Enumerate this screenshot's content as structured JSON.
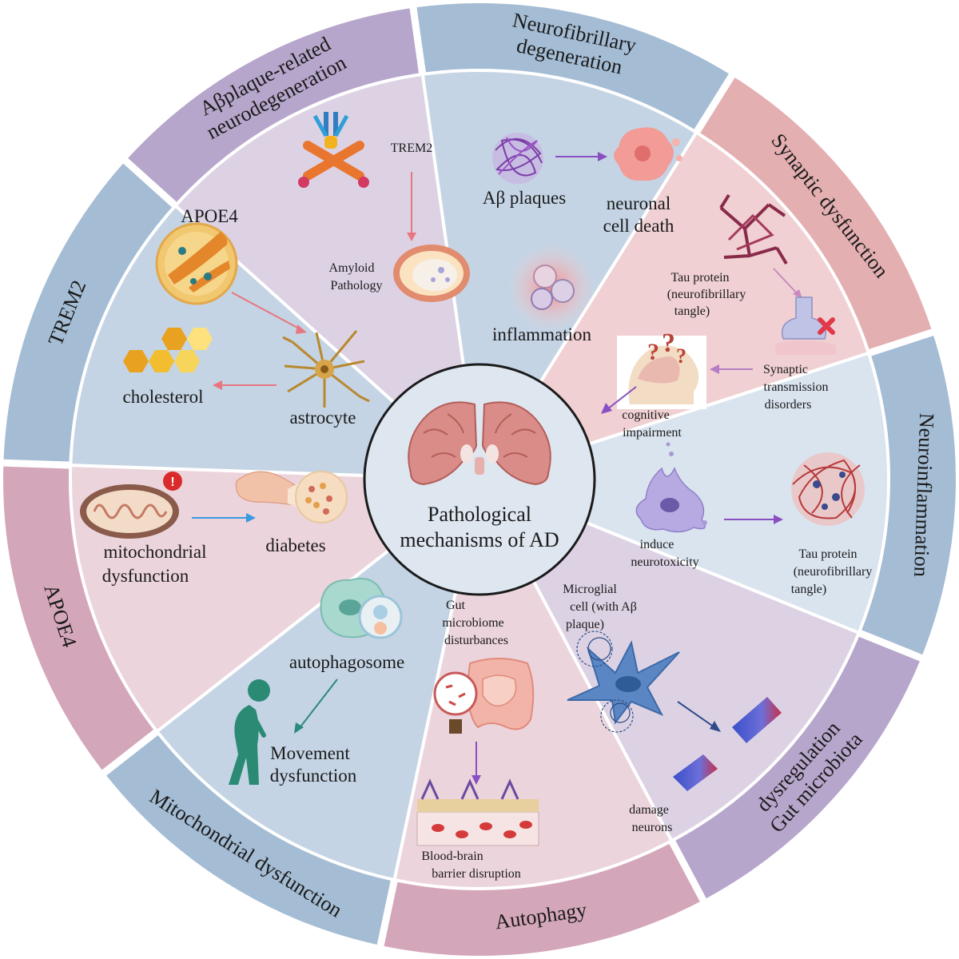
{
  "center": {
    "title_line1": "Pathological",
    "title_line2": "mechanisms of AD",
    "icon": "brain-icon"
  },
  "sectors": [
    {
      "key": "trem2",
      "label_lines": [
        "TREM2"
      ],
      "outer_color": "#a4bcd4",
      "inner_color": "#c4d4e4",
      "items": [
        {
          "lines": [
            "TREM2"
          ],
          "icon": "trem2-receptor-icon"
        },
        {
          "lines": [
            "Amyloid",
            "Pathology"
          ],
          "icon": "blood-vessel-icon"
        }
      ]
    },
    {
      "key": "abeta",
      "label_lines": [
        "Aβplaque-related",
        "neurodegeneration"
      ],
      "outer_color": "#b7a6cb",
      "inner_color": "#ddd2e4",
      "items": [
        {
          "lines": [
            "Aβ plaques"
          ],
          "icon": "amyloid-plaque-icon"
        },
        {
          "lines": [
            "neuronal",
            "cell death"
          ],
          "icon": "dying-cell-icon"
        },
        {
          "lines": [
            "inflammation"
          ],
          "icon": "immune-cells-icon"
        }
      ]
    },
    {
      "key": "neurofibrillary",
      "label_lines": [
        "Neurofibrillary",
        "degeneration"
      ],
      "outer_color": "#a4bcd4",
      "inner_color": "#c4d4e4",
      "items": [
        {
          "lines": [
            "Tau protein",
            "(neurofibrillary",
            "tangle)"
          ],
          "icon": "tau-tangle-icon"
        },
        {
          "lines": [
            "Synaptic",
            "transmission",
            "disorders"
          ],
          "icon": "synapse-icon"
        },
        {
          "lines": [
            "cognitive",
            "impairment"
          ],
          "icon": "confused-head-icon"
        }
      ]
    },
    {
      "key": "synaptic",
      "label_lines": [
        "Synaptic dysfunction"
      ],
      "outer_color": "#e4afb1",
      "inner_color": "#f0d0d2",
      "items": [
        {
          "lines": [
            "induce",
            "neurotoxicity"
          ],
          "icon": "neuron-cell-icon"
        },
        {
          "lines": [
            "Tau protein",
            "(neurofibrillary",
            "tangle)"
          ],
          "icon": "tau-tangle-icon"
        }
      ]
    },
    {
      "key": "neuroinflammation",
      "label_lines": [
        "Neuroinflammation"
      ],
      "outer_color": "#a4bcd4",
      "inner_color": "#dae4ef",
      "items": [
        {
          "lines": [
            "Microglial",
            "cell (with Aβ",
            "plaque)"
          ],
          "icon": "microglia-icon"
        },
        {
          "lines": [
            "damage",
            "neurons"
          ],
          "icon": "broken-axon-icon"
        }
      ]
    },
    {
      "key": "gut",
      "label_lines": [
        "Gut microbiota",
        "dysregulation"
      ],
      "outer_color": "#b7a6cb",
      "inner_color": "#ddd2e4",
      "items": [
        {
          "lines": [
            "Gut",
            "microbiome",
            "disturbances"
          ],
          "icon": "intestine-icon"
        },
        {
          "lines": [
            "Blood-brain",
            "barrier disruption"
          ],
          "icon": "barrier-icon"
        }
      ]
    },
    {
      "key": "autophagy",
      "label_lines": [
        "Autophagy"
      ],
      "outer_color": "#d4a6b9",
      "inner_color": "#ecd4dc",
      "items": [
        {
          "lines": [
            "autophagosome"
          ],
          "icon": "autophagosome-icon"
        },
        {
          "lines": [
            "Movement",
            "dysfunction"
          ],
          "icon": "stooped-person-icon"
        }
      ]
    },
    {
      "key": "mito",
      "label_lines": [
        "Mitochondrial dysfunction"
      ],
      "outer_color": "#a4bcd4",
      "inner_color": "#c4d4e4",
      "items": [
        {
          "lines": [
            "mitochondrial",
            "dysfunction"
          ],
          "icon": "mitochondrion-icon"
        },
        {
          "lines": [
            "diabetes"
          ],
          "icon": "pancreas-icon"
        }
      ]
    },
    {
      "key": "apoe4",
      "label_lines": [
        "APOE4"
      ],
      "outer_color": "#d4a6b9",
      "inner_color": "#ecd4dc",
      "items": [
        {
          "lines": [
            "APOE4"
          ],
          "icon": "lipoprotein-icon"
        },
        {
          "lines": [
            "cholesterol"
          ],
          "icon": "cholesterol-molecule-icon"
        },
        {
          "lines": [
            "astrocyte"
          ],
          "icon": "astrocyte-icon"
        }
      ]
    }
  ]
}
